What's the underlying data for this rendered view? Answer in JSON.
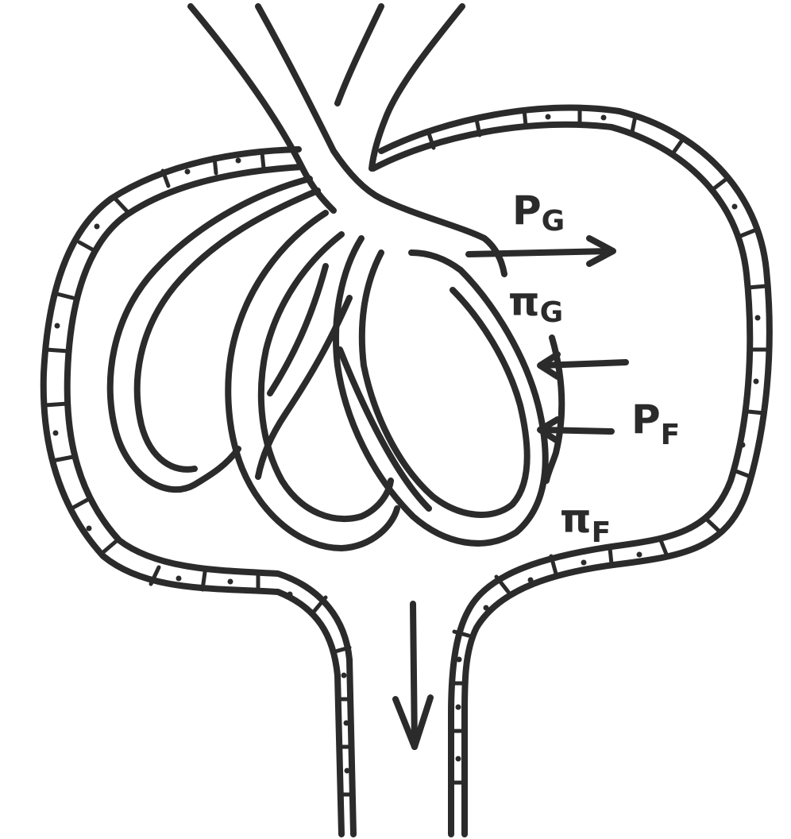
{
  "labels": {
    "pg_main": "P",
    "pg_sub": "G",
    "pig_main": "π",
    "pig_sub": "G",
    "pf_main": "P",
    "pf_sub": "F",
    "pif_main": "π",
    "pif_sub": "F"
  },
  "colors": {
    "ink": "#2b2b2b",
    "paper": "#ffffff"
  }
}
